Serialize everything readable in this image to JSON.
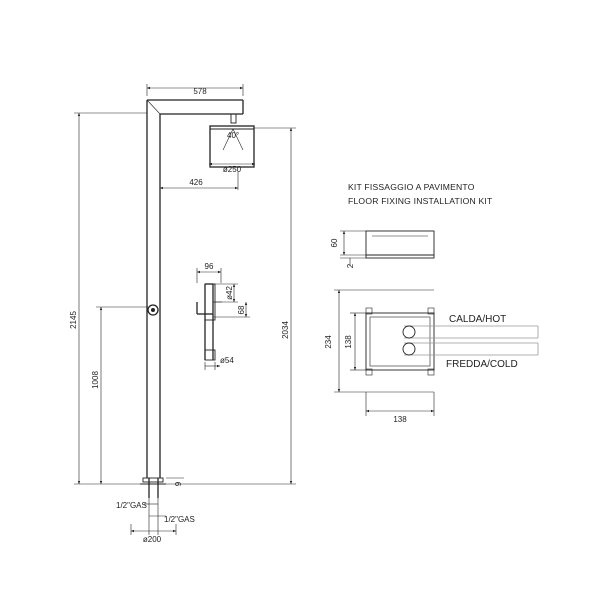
{
  "kit": {
    "title_it": "KIT FISSAGGIO A PAVIMENTO",
    "title_en": "FLOOR FIXING INSTALLATION KIT",
    "height": "60",
    "offset": "2",
    "depth": "234",
    "inner": "138",
    "width": "138",
    "hot_label": "CALDA/HOT",
    "cold_label": "FREDDA/COLD"
  },
  "shower": {
    "arm_length": "578",
    "spray_angle": "40°",
    "head_diameter": "ø250",
    "head_offset": "426",
    "total_height": "2145",
    "head_height": "2034",
    "mixer_height": "1008"
  },
  "mixer_detail": {
    "width": "96",
    "knob_diameter": "ø42",
    "spacing": "68",
    "base_diameter": "ø54"
  },
  "base": {
    "connection_1": "1/2\"GAS",
    "connection_2": "1/2\"GAS",
    "diameter": "ø200",
    "offset": "9"
  }
}
